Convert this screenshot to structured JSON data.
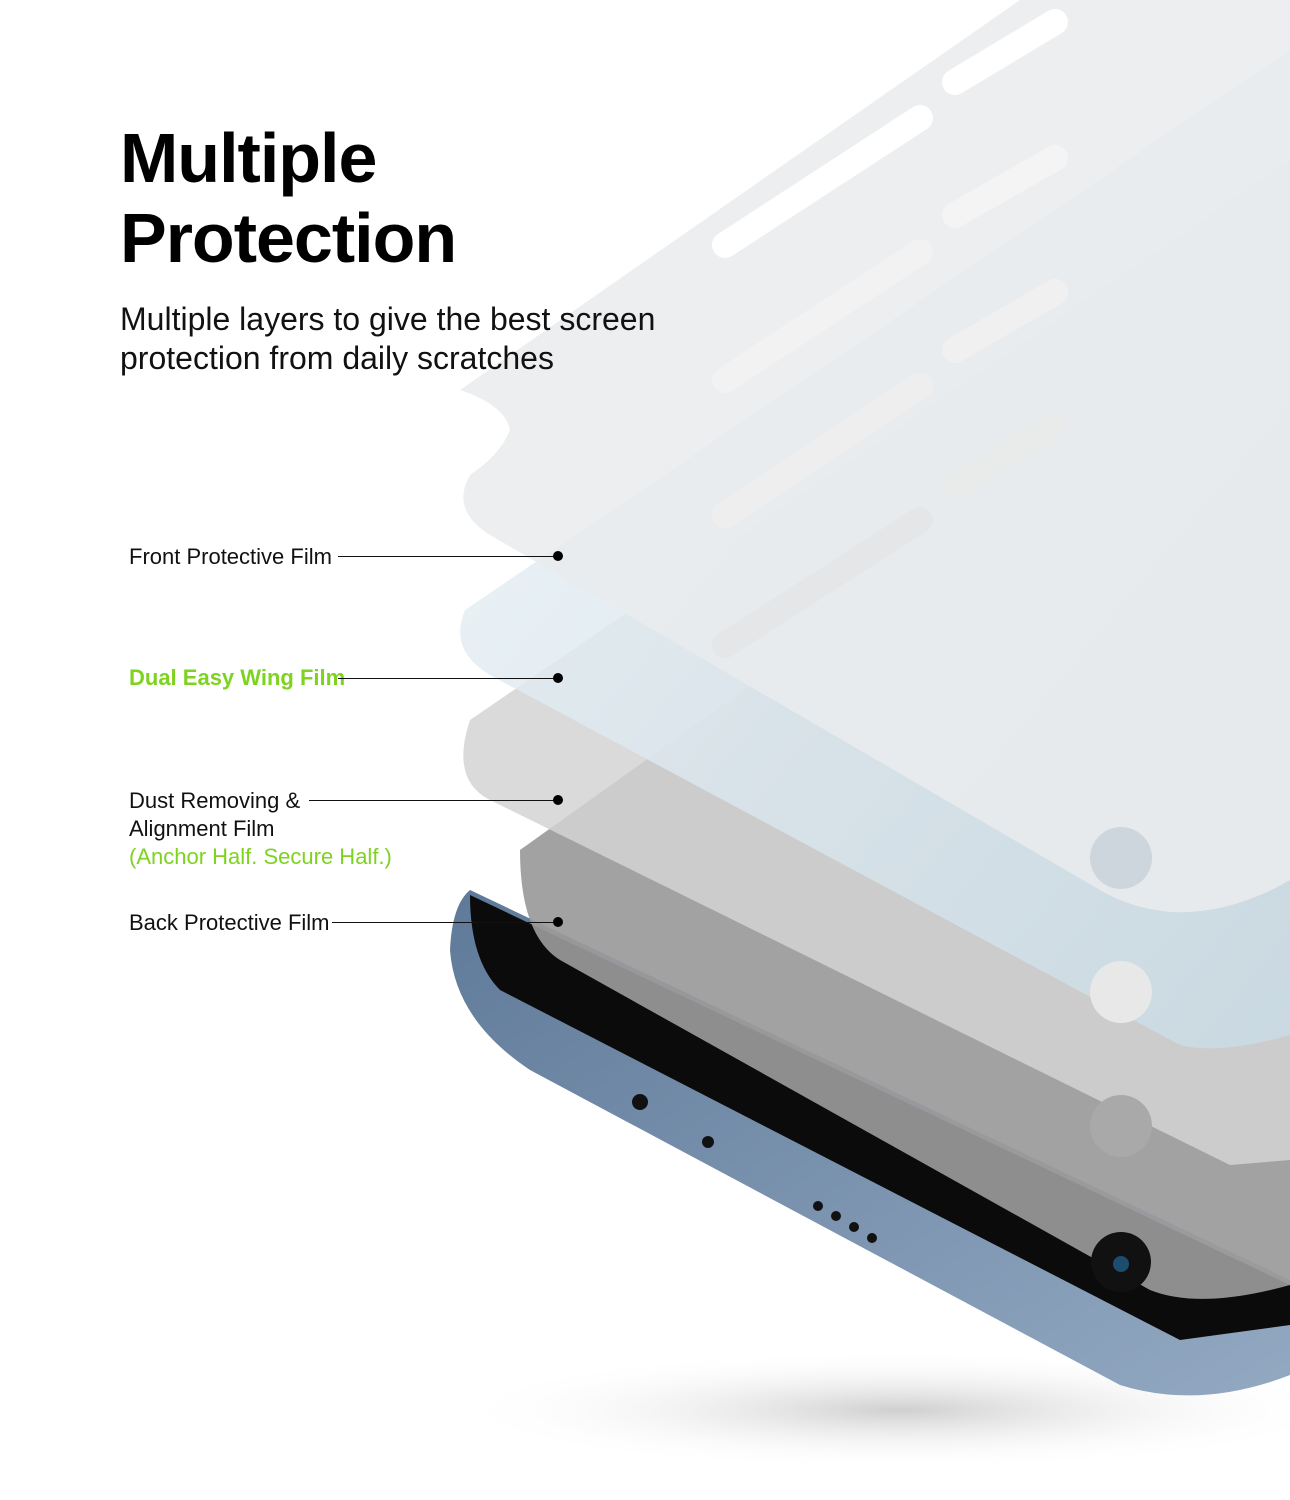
{
  "header": {
    "title_line1": "Multiple",
    "title_line2": "Protection",
    "subtitle_line1": "Multiple layers to give the best screen",
    "subtitle_line2": "protection from daily scratches"
  },
  "layers": [
    {
      "label": "Front Protective Film"
    },
    {
      "label": "Dual Easy Wing Film",
      "highlight": true
    },
    {
      "label_line1": "Dust Removing &",
      "label_line2": "Alignment Film",
      "note": "(Anchor Half. Secure Half.)"
    },
    {
      "label": "Back Protective Film"
    }
  ],
  "colors": {
    "accent_green": "#7ed321",
    "phone_body": "#7c93ad",
    "text": "#111111"
  }
}
